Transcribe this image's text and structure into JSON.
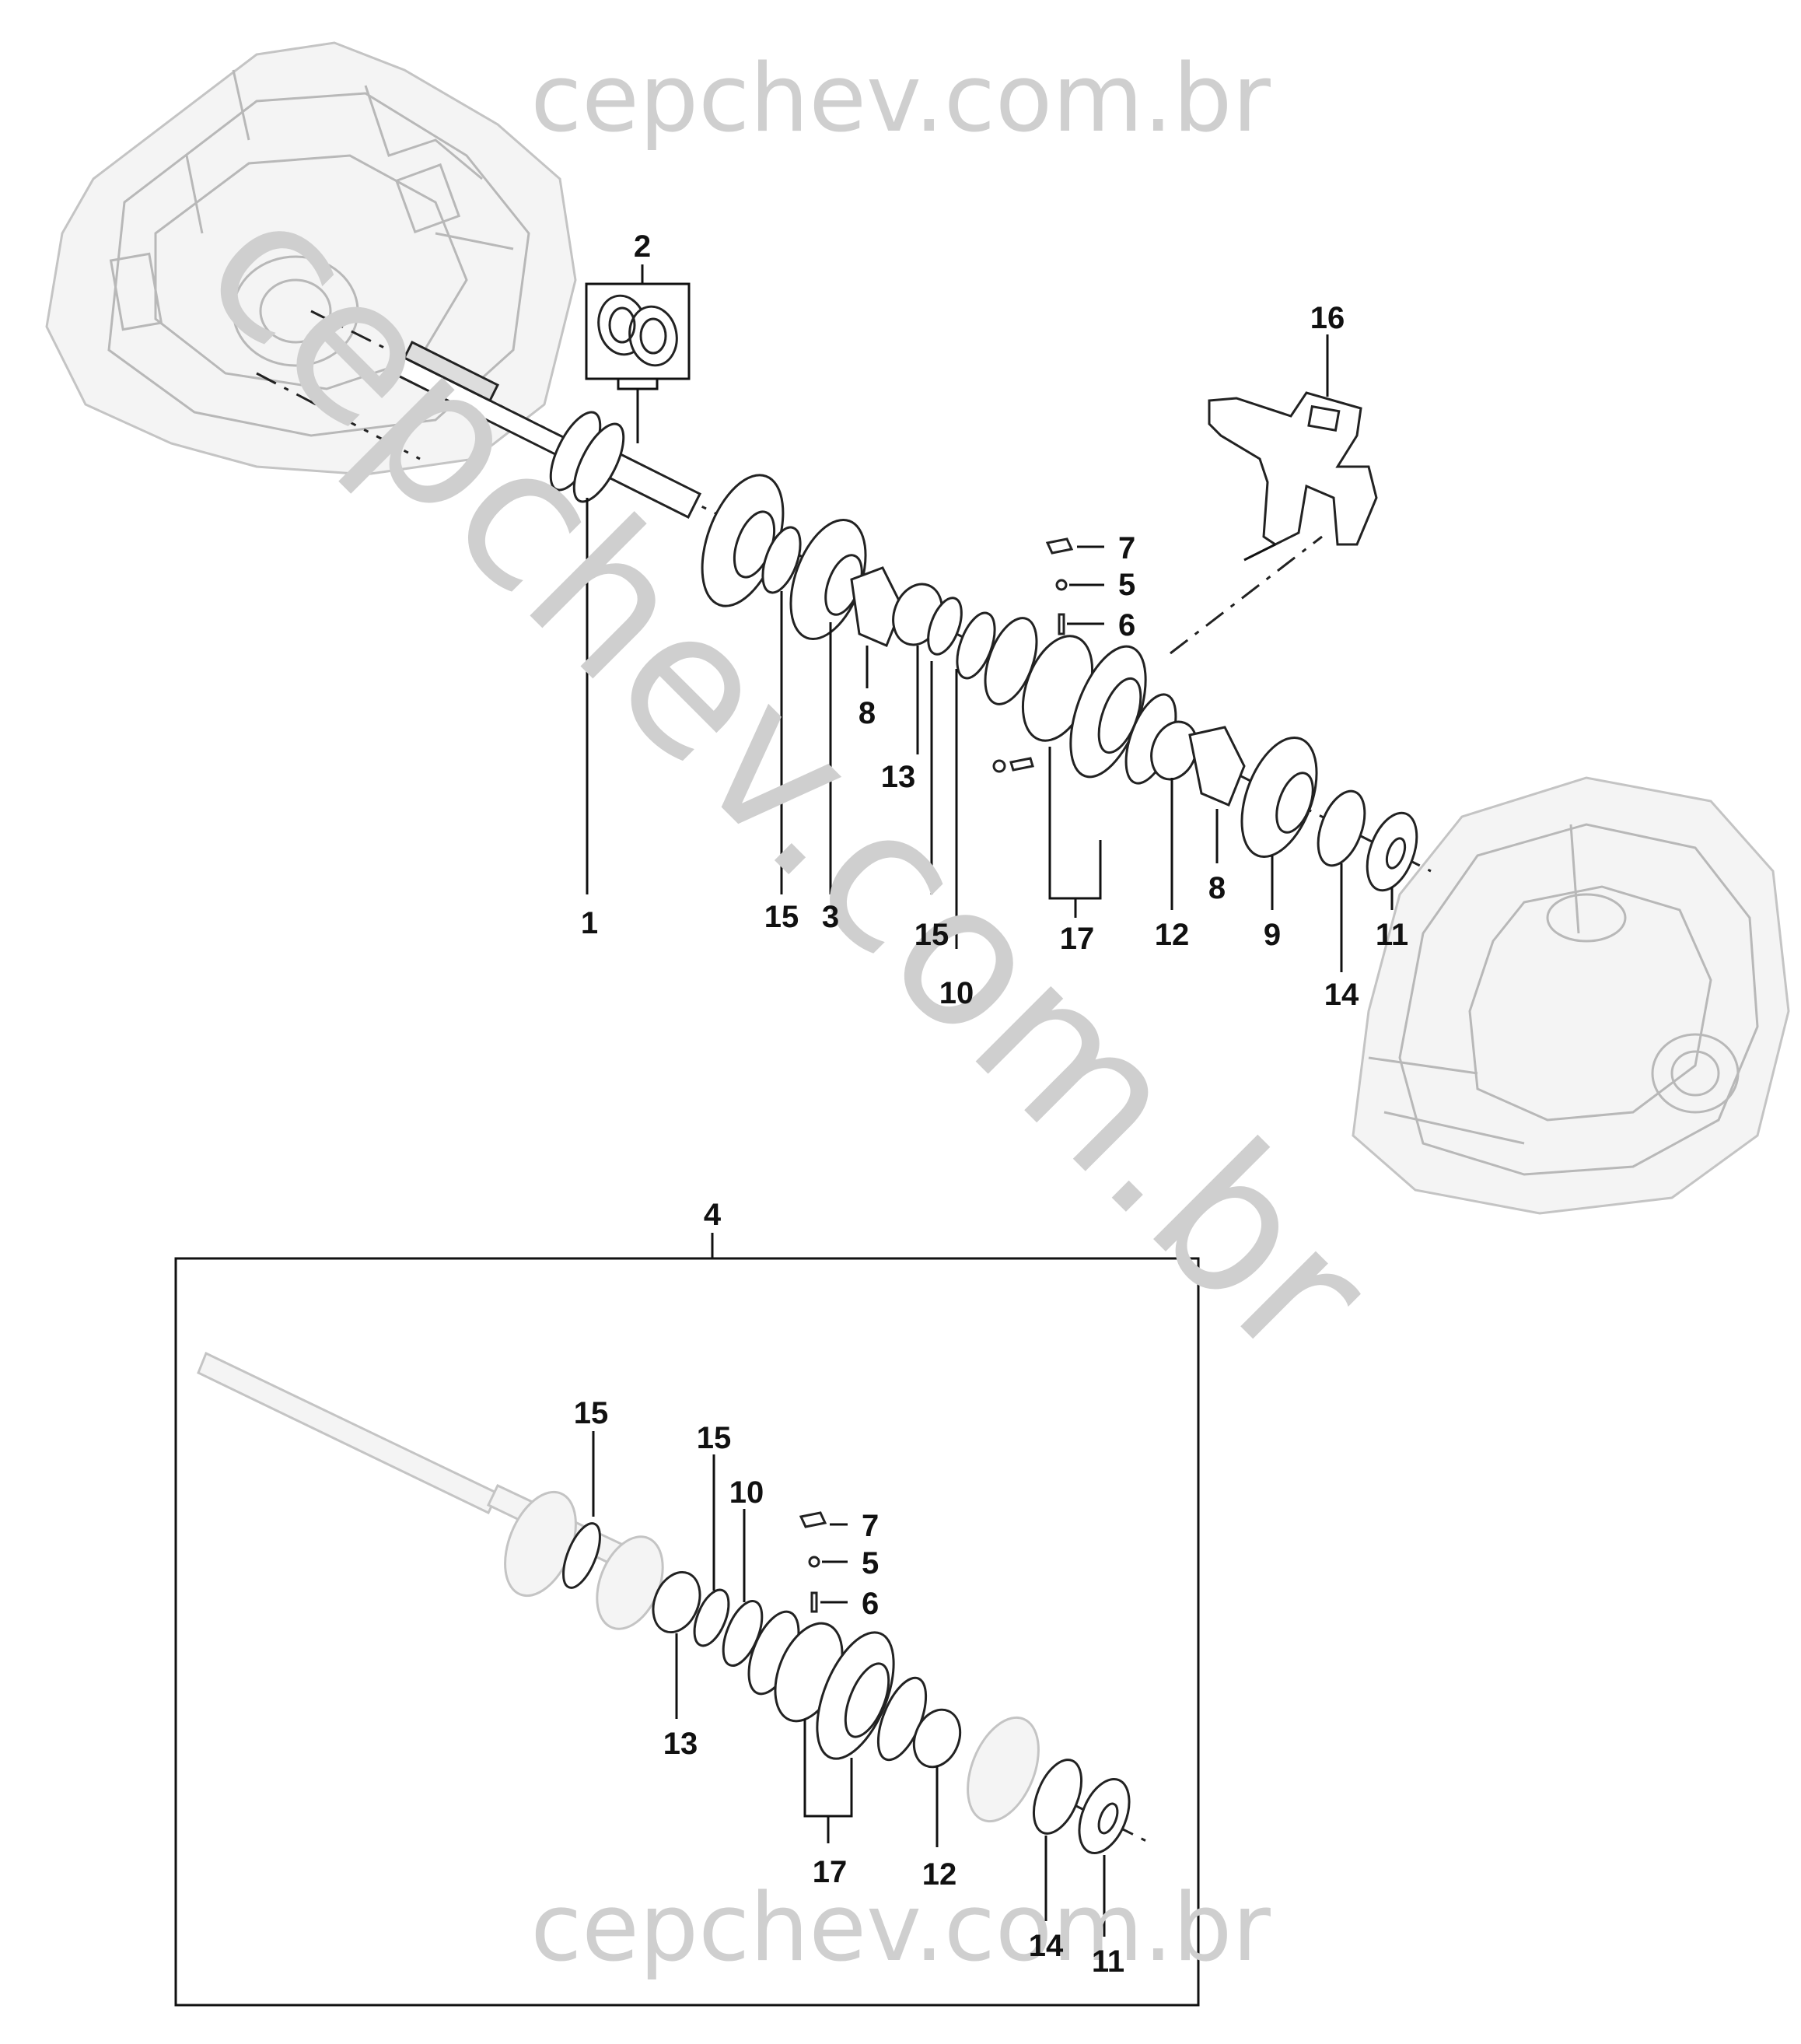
{
  "watermark": {
    "top": "cepchev.com.br",
    "bottom": "cepchev.com.br",
    "diagonal": "cepchev.com.br"
  },
  "callouts_main": {
    "c1": "1",
    "c2": "2",
    "c3": "3",
    "c5": "5",
    "c6": "6",
    "c7": "7",
    "c8a": "8",
    "c8b": "8",
    "c9": "9",
    "c10": "10",
    "c11": "11",
    "c12": "12",
    "c13": "13",
    "c14": "14",
    "c15a": "15",
    "c15b": "15",
    "c16": "16",
    "c17": "17"
  },
  "callouts_detail": {
    "c4": "4",
    "c5": "5",
    "c6": "6",
    "c7": "7",
    "c10": "10",
    "c11": "11",
    "c12": "12",
    "c13": "13",
    "c14": "14",
    "c15a": "15",
    "c15b": "15",
    "c17": "17"
  }
}
